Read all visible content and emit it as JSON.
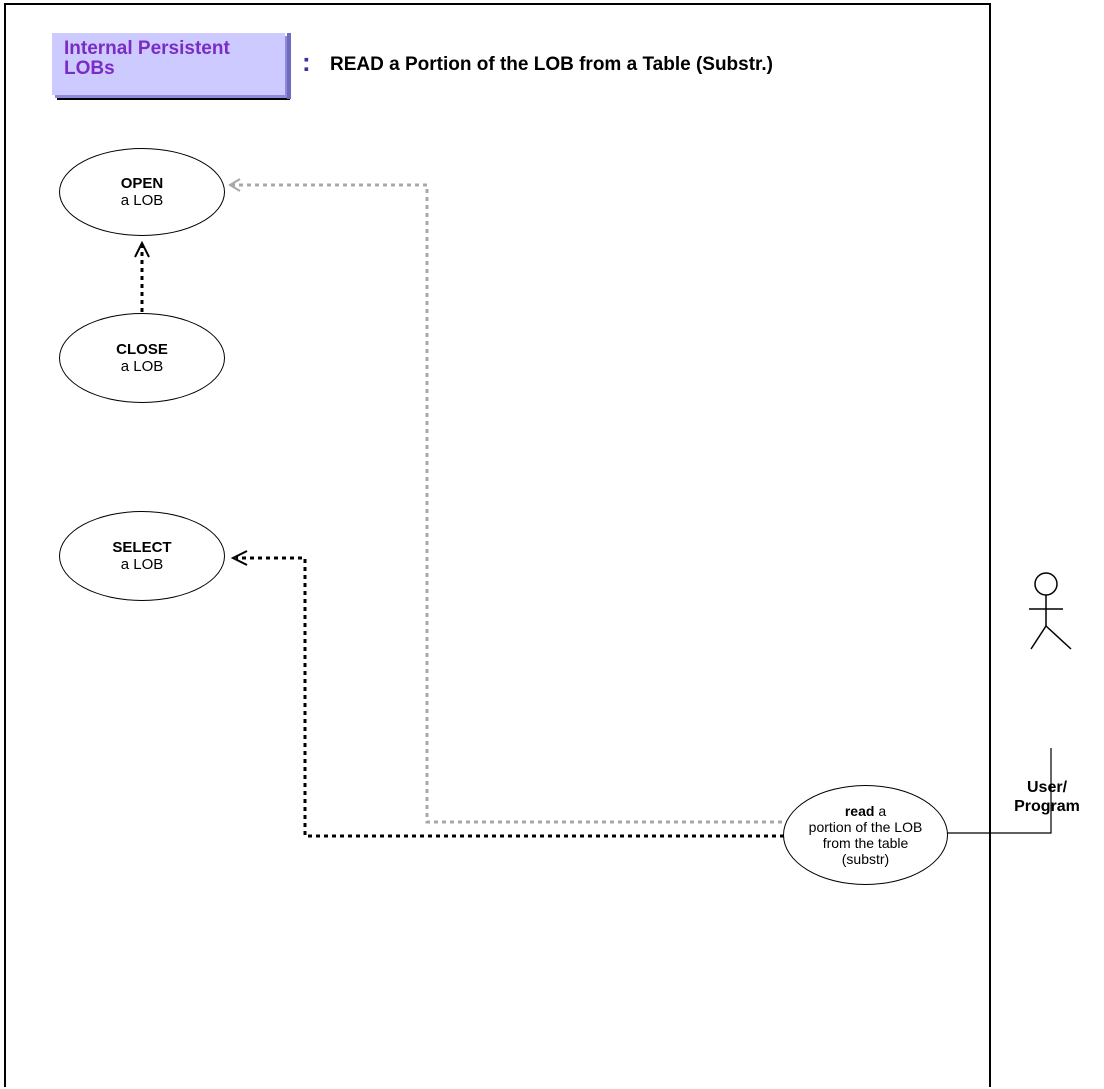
{
  "header": {
    "badge_text": "Internal Persistent LOBs",
    "colon": ":",
    "title": "READ a Portion of the LOB from a Table (Substr.)"
  },
  "use_cases": {
    "open": {
      "verb": "OPEN",
      "rest": "a LOB"
    },
    "close": {
      "verb": "CLOSE",
      "rest": "a LOB"
    },
    "select": {
      "verb": "SELECT",
      "rest": "a LOB"
    },
    "read": {
      "verb": "read",
      "rest_first": " a",
      "rest": "portion of the LOB from the table (substr)"
    }
  },
  "actor": {
    "label": "User/ Program"
  },
  "colors": {
    "badge_bg": "#cccaff",
    "badge_text": "#7b2cc4",
    "gray_dep": "#a8a8a8"
  }
}
